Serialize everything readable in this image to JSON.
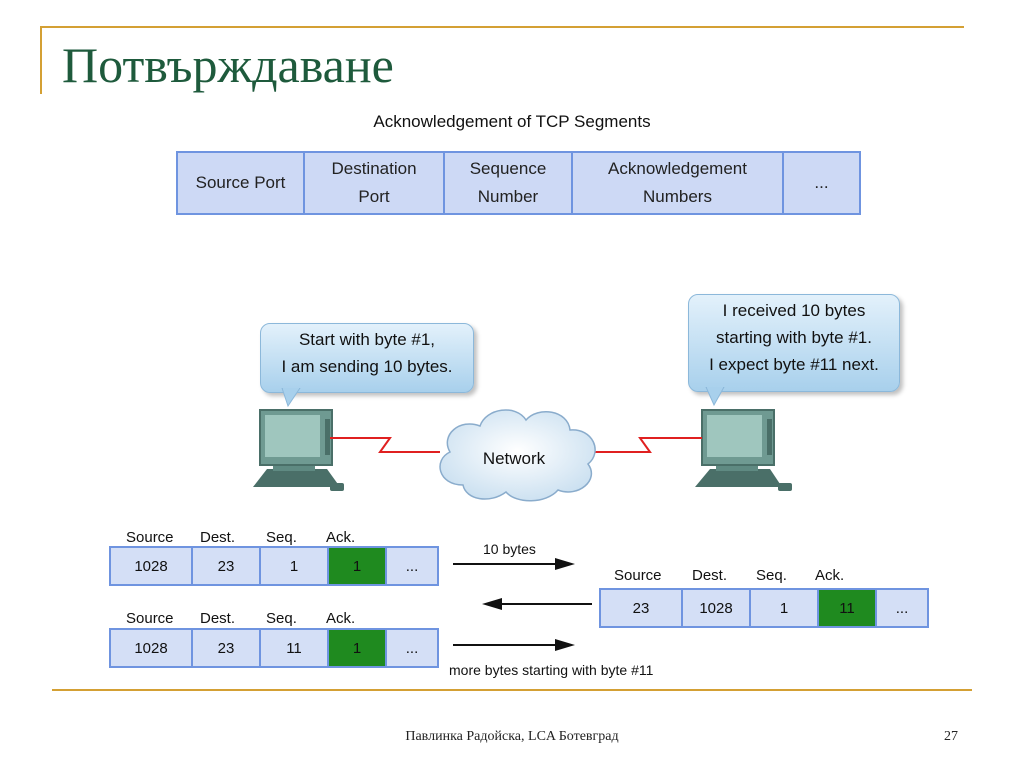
{
  "slide": {
    "title": "Потвърждаване",
    "footer": "Павлинка Радойска, LCA Ботевград",
    "page_number": "27"
  },
  "header_table": {
    "heading": "Acknowledgement of TCP Segments",
    "columns": [
      "Source Port",
      "Destination\nPort",
      "Sequence\nNumber",
      "Acknowledgement\nNumbers",
      "..."
    ]
  },
  "bubbles": {
    "sender": "Start with byte #1,\nI am sending 10 bytes.",
    "receiver": "I received 10 bytes\nstarting with byte #1.\nI expect byte #11 next."
  },
  "network_label": "Network",
  "segment_labels": [
    "Source",
    "Dest.",
    "Seq.",
    "Ack."
  ],
  "segments": {
    "first": [
      "1028",
      "23",
      "1",
      "1",
      "..."
    ],
    "reply": [
      "23",
      "1028",
      "1",
      "11",
      "..."
    ],
    "second": [
      "1028",
      "23",
      "11",
      "1",
      "..."
    ]
  },
  "arrows": {
    "first": "10 bytes",
    "second": "more bytes starting with byte #11"
  },
  "colors": {
    "title": "#1e5a3c",
    "rule": "#d4a034",
    "cell_fill": "#d4dff6",
    "cell_border": "#6f94e0",
    "ack_fill": "#1f8a1f",
    "link": "#e02020"
  }
}
